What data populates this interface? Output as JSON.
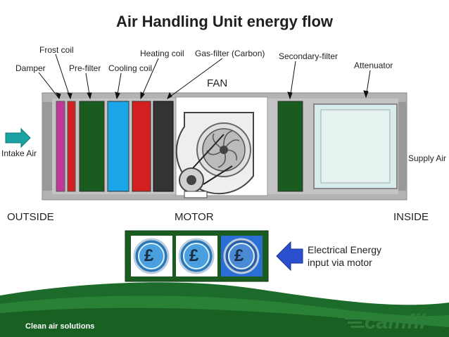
{
  "title": "Air Handling Unit energy flow",
  "components": {
    "frost_coil": "Frost coil",
    "damper": "Damper",
    "pre_filter": "Pre-filter",
    "cooling_coil": "Cooling coil",
    "heating_coil": "Heating coil",
    "gas_filter": "Gas-filter (Carbon)",
    "secondary_filter": "Secondary-filter",
    "attenuator": "Attenuator",
    "fan": "FAN",
    "motor": "MOTOR"
  },
  "flow": {
    "intake": "Intake Air",
    "supply": "Supply Air",
    "outside": "OUTSIDE",
    "inside": "INSIDE"
  },
  "energy": {
    "line1": "Electrical Energy",
    "line2": "input via motor",
    "coin_symbol": "£"
  },
  "footer": {
    "tagline": "Clean air solutions",
    "brand": "camfil"
  },
  "colors": {
    "damper": "#c0399a",
    "frost_coil": "#d42020",
    "pre_filter": "#1a5c1f",
    "cooling_coil": "#1aa6e8",
    "heating_coil": "#d42020",
    "gas_filter": "#333333",
    "secondary_filter": "#1a5c1f",
    "housing": "#b3b3b3",
    "energy_panel": "#1a5c1f",
    "footer_green": "#1d6b2a",
    "arrow_blue": "#2a4fcf",
    "intake_arrow": "#1ba3a3"
  }
}
